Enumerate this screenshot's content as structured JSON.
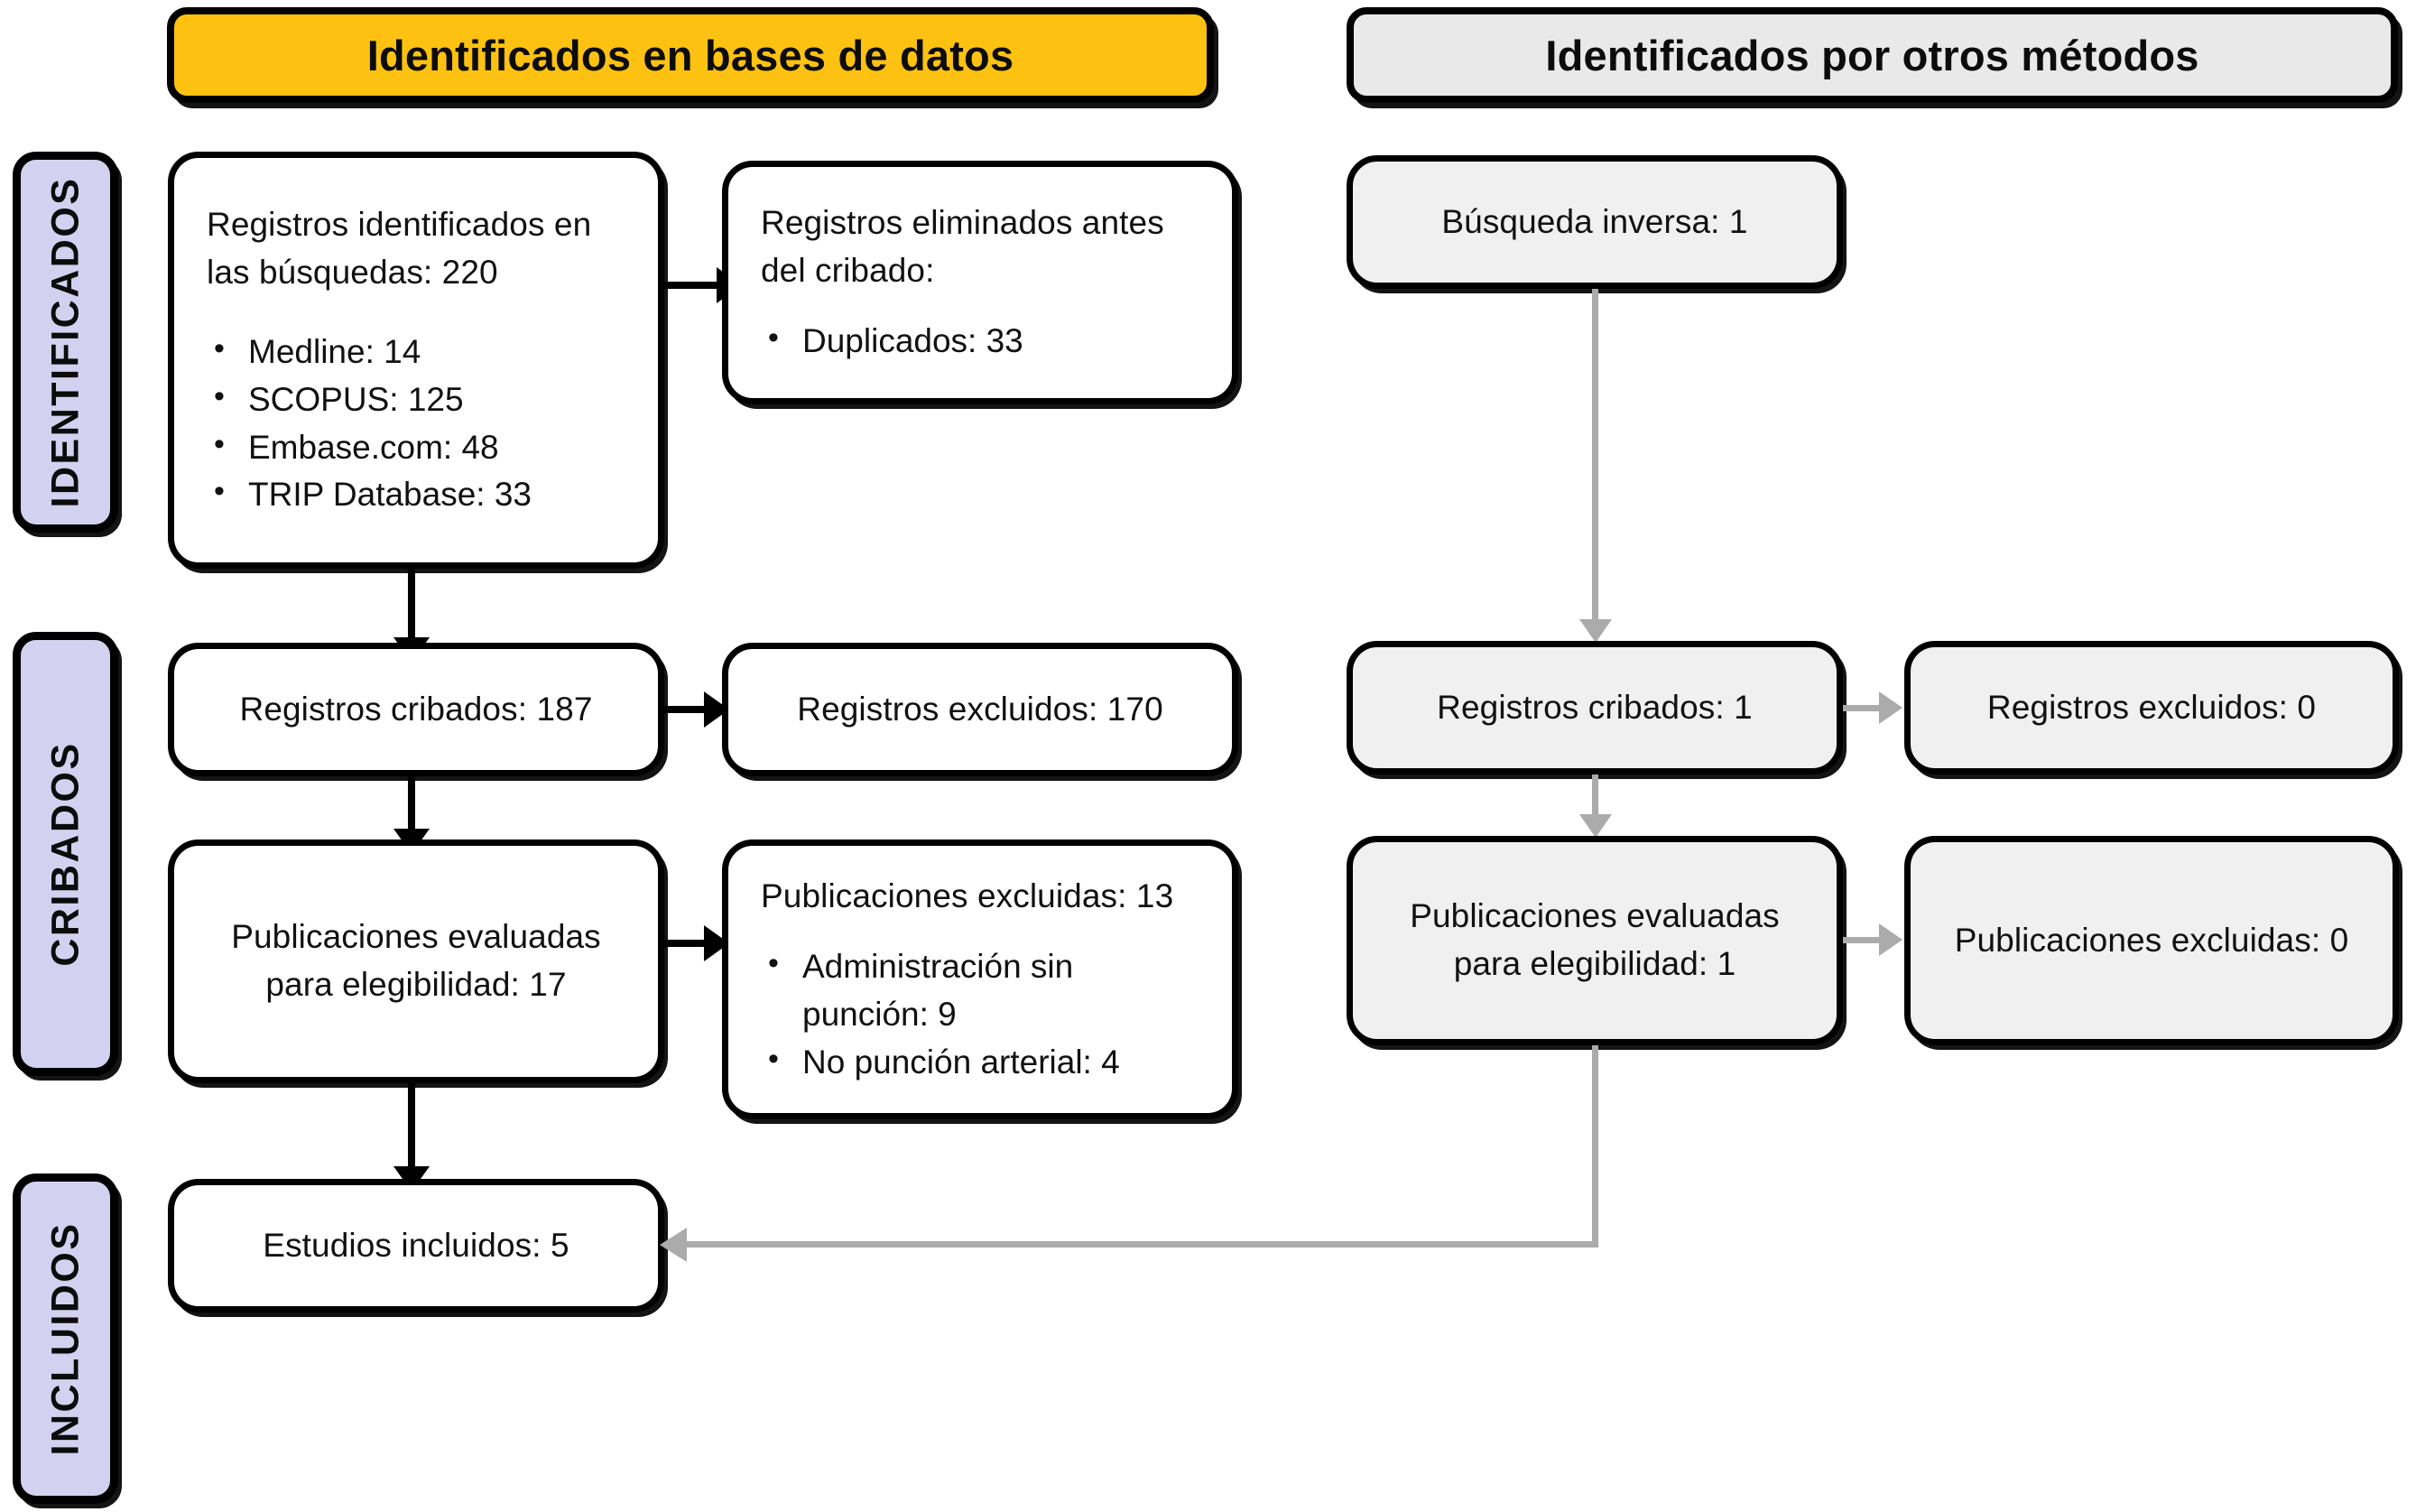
{
  "diagram": {
    "title_db": "Identificados en bases de datos",
    "title_other": "Identificados por otros métodos",
    "colors": {
      "header_db": "#FDC211",
      "header_other": "#E9E9E9",
      "stage_label": "#D2D2F0",
      "secondary_node": "#F0F0F0",
      "arrow_primary": "#000000",
      "arrow_secondary": "#ABABAB"
    }
  },
  "stages": [
    {
      "label": "IDENTIFICADOS"
    },
    {
      "label": "CRIBADOS"
    },
    {
      "label": "INCLUIDOS"
    }
  ],
  "left_column": {
    "identified": {
      "line1": "Registros identificados en",
      "line2": "las búsquedas: 220",
      "sources": [
        "Medline: 14",
        "SCOPUS: 125",
        "Embase.com: 48",
        "TRIP Database: 33"
      ]
    },
    "removed_before_screening": {
      "line1": "Registros eliminados antes",
      "line2": "del cribado:",
      "items": [
        "Duplicados: 33"
      ]
    },
    "screened": "Registros cribados: 187",
    "records_excluded": "Registros excluidos: 170",
    "eligibility": {
      "line1": "Publicaciones  evaluadas",
      "line2": "para elegibilidad: 17"
    },
    "publications_excluded": {
      "heading": "Publicaciones  excluidas: 13",
      "items": [
        "Administración sin punción: 9",
        "No punción arterial: 4"
      ]
    },
    "included": "Estudios incluidos: 5"
  },
  "right_column": {
    "reverse_search": "Búsqueda inversa: 1",
    "screened": "Registros cribados: 1",
    "records_excluded": "Registros excluidos: 0",
    "eligibility": {
      "line1": "Publicaciones  evaluadas",
      "line2": "para elegibilidad: 1"
    },
    "publications_excluded": "Publicaciones  excluidas: 0"
  }
}
